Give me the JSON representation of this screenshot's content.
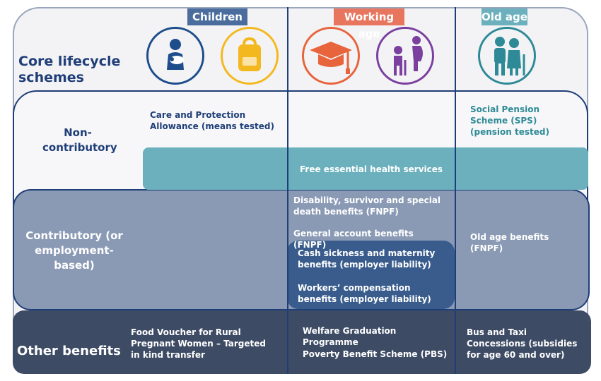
{
  "columns": {
    "children": "Children",
    "working_age": "Working age",
    "old_age": "Old age"
  },
  "colors": {
    "children": "#4a6d9e",
    "working_age": "#e8765e",
    "old_age": "#6bb0bc",
    "dark_navy": "#1f3e78",
    "blue_icon": "#1e4d8c",
    "yellow_icon": "#f4b81f",
    "orange_icon": "#e8643c",
    "purple_icon": "#7b3fa0",
    "teal_icon": "#2d8a96"
  },
  "icons": [
    "mother-baby-icon",
    "schoolbag-icon",
    "graduation-cap-icon",
    "disability-pregnancy-icon",
    "elderly-couple-icon"
  ],
  "rows": {
    "core": "Core lifecycle schemes",
    "noncontributory": "Non-contributory",
    "contributory": "Contributory (or employment-based)",
    "other": "Other benefits"
  },
  "cells": {
    "care_protection": "Care and Protection Allowance (means tested)",
    "social_pension": "Social Pension Scheme (SPS) (pension tested)",
    "free_health": "Free essential health services",
    "disability_survivor": "Disability, survivor and special death benefits (FNPF)",
    "general_account": "General account benefits (FNPF)",
    "old_age_benefits": "Old age benefits (FNPF)",
    "cash_sickness": "Cash sickness and maternity benefits (employer liability)",
    "workers_comp": "Workers’ compensation benefits (employer liability)",
    "food_voucher": "Food Voucher for Rural Pregnant Women – Targeted in kind transfer",
    "welfare_graduation": "Welfare Graduation Programme",
    "poverty_benefit": "Poverty Benefit Scheme (PBS)",
    "bus_taxi": "Bus and Taxi Concessions (subsidies for age 60 and over)"
  }
}
